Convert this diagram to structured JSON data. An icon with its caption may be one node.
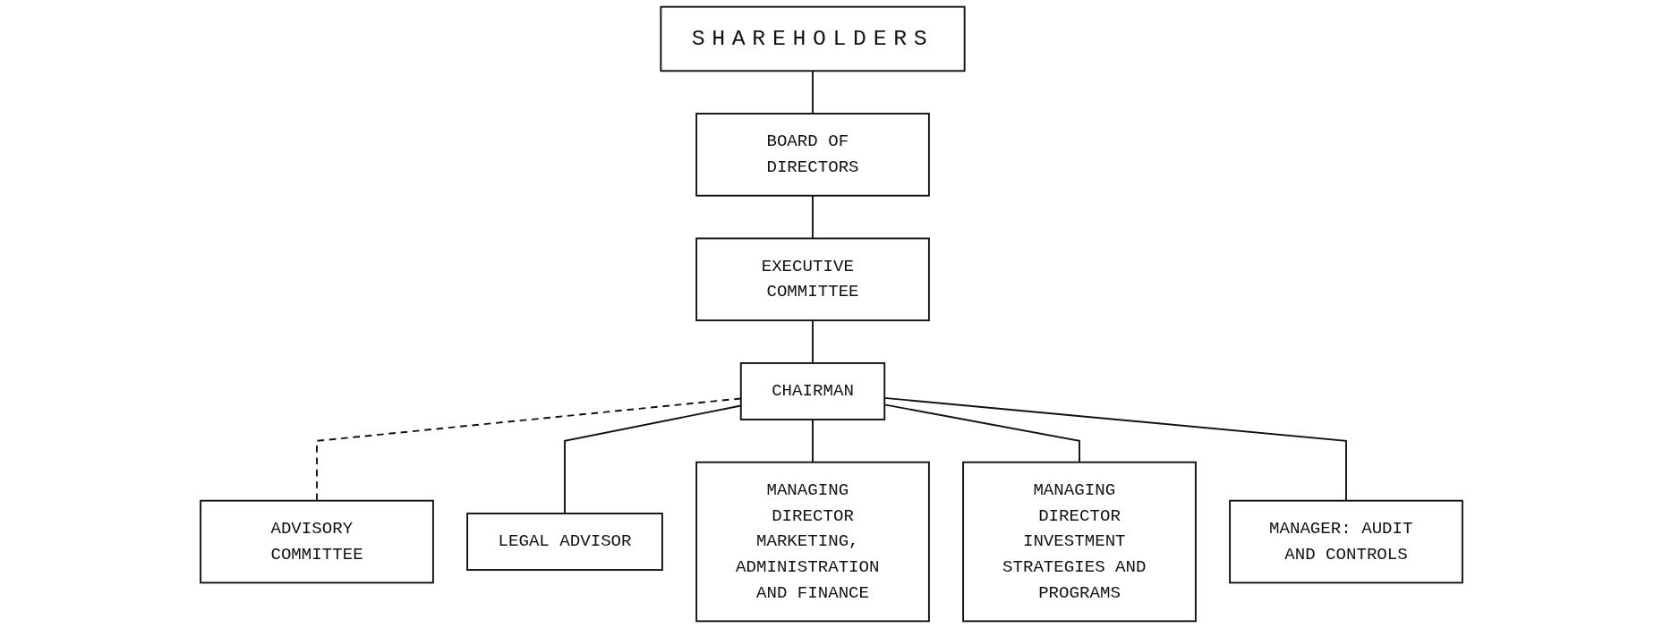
{
  "diagram": {
    "nodes": [
      {
        "text": [
          "SHAREHOLDERS"
        ]
      },
      {
        "text": [
          "BOARD OF DIRECTORS"
        ]
      },
      {
        "text": [
          "EXECUTIVE COMMITTEE"
        ]
      },
      {
        "text": [
          "CHAIRMAN"
        ]
      },
      {
        "text": [
          "ADVISORY COMMITTEE"
        ]
      },
      {
        "text": [
          "LEGAL ADVISOR"
        ]
      },
      {
        "text": [
          "MANAGING DIRECTOR",
          "MARKETING, ADMINISTRATION AND FINANCE"
        ]
      },
      {
        "text": [
          "MANAGING DIRECTOR",
          "INVESTMENT STRATEGIES AND PROGRAMS"
        ]
      },
      {
        "text": [
          "MANAGER: AUDIT AND CONTROLS"
        ]
      }
    ],
    "edges": [
      {
        "from": 0,
        "to": 1,
        "arrow": "none"
      },
      {
        "from": 1,
        "to": 2,
        "arrow": "none"
      },
      {
        "from": 2,
        "to": 3,
        "arrow": "none"
      },
      {
        "from": 3,
        "to": 4,
        "arrow": "none",
        "style": "dashed"
      },
      {
        "from": 3,
        "to": 5,
        "arrow": "none"
      },
      {
        "from": 3,
        "to": 6,
        "arrow": "none"
      },
      {
        "from": 3,
        "to": 7,
        "arrow": "none"
      },
      {
        "from": 3,
        "to": 8,
        "arrow": "none"
      }
    ]
  }
}
